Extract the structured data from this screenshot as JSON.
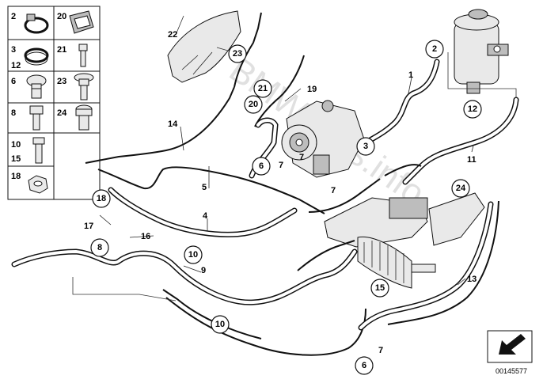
{
  "diagram": {
    "watermark": "BMWFans.info",
    "code": "00145577",
    "grid_cells": [
      {
        "labels": [
          "2"
        ],
        "right": "20",
        "icon_left": "hose-clamp-icon",
        "icon_right": "clip-icon"
      },
      {
        "labels": [
          "3",
          "12"
        ],
        "right": "21",
        "icon_left": "ring-clamp-icon",
        "icon_right": "small-bolt-icon"
      },
      {
        "labels": [
          "6"
        ],
        "right": "23",
        "icon_left": "banjo-bolt-icon",
        "icon_right": "flange-bolt-icon"
      },
      {
        "labels": [
          "8"
        ],
        "right": "24",
        "icon_left": "hex-bolt-icon",
        "icon_right": "torx-bolt-icon"
      },
      {
        "labels": [
          "10",
          "15"
        ],
        "right": "",
        "icon_left": "long-bolt-icon",
        "icon_right": ""
      },
      {
        "labels": [
          "18"
        ],
        "right": "",
        "icon_left": "hex-nut-icon",
        "icon_right": ""
      }
    ],
    "plain_labels": [
      {
        "id": "22",
        "text": "22"
      },
      {
        "id": "1",
        "text": "1"
      },
      {
        "id": "19",
        "text": "19"
      },
      {
        "id": "14",
        "text": "14"
      },
      {
        "id": "5",
        "text": "5"
      },
      {
        "id": "4",
        "text": "4"
      },
      {
        "id": "17",
        "text": "17"
      },
      {
        "id": "16",
        "text": "16"
      },
      {
        "id": "9",
        "text": "9"
      },
      {
        "id": "11",
        "text": "11"
      },
      {
        "id": "13",
        "text": "13"
      },
      {
        "id": "7a",
        "text": "7"
      },
      {
        "id": "7b",
        "text": "7"
      },
      {
        "id": "7c",
        "text": "7"
      },
      {
        "id": "7d",
        "text": "7"
      }
    ],
    "circled_labels": [
      {
        "id": "23",
        "text": "23"
      },
      {
        "id": "21",
        "text": "21"
      },
      {
        "id": "20",
        "text": "20"
      },
      {
        "id": "2",
        "text": "2"
      },
      {
        "id": "12",
        "text": "12"
      },
      {
        "id": "3",
        "text": "3"
      },
      {
        "id": "6a",
        "text": "6"
      },
      {
        "id": "18",
        "text": "18"
      },
      {
        "id": "8",
        "text": "8"
      },
      {
        "id": "10a",
        "text": "10"
      },
      {
        "id": "10b",
        "text": "10"
      },
      {
        "id": "24",
        "text": "24"
      },
      {
        "id": "15",
        "text": "15"
      },
      {
        "id": "6b",
        "text": "6"
      }
    ]
  }
}
